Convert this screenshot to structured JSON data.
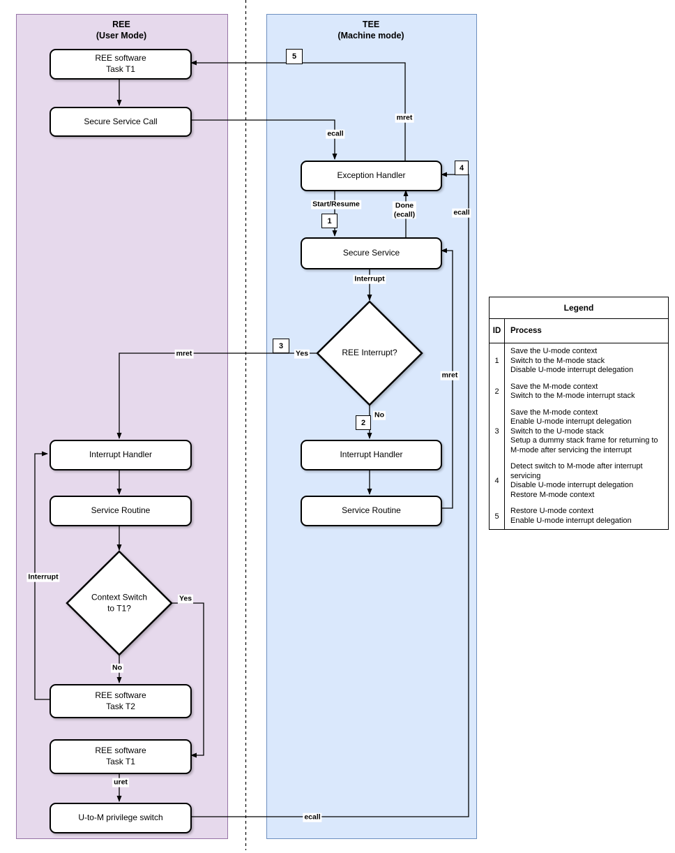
{
  "regions": {
    "ree": {
      "title": "REE\n(User Mode)"
    },
    "tee": {
      "title": "TEE\n(Machine mode)"
    }
  },
  "nodes": {
    "ree_task1_top": "REE software\nTask T1",
    "secure_service_call": "Secure Service Call",
    "ree_interrupt_handler": "Interrupt Handler",
    "ree_service_routine": "Service Routine",
    "context_switch": "Context Switch\nto T1?",
    "ree_task2": "REE software\nTask T2",
    "ree_task1_bottom": "REE software\nTask T1",
    "u_to_m": "U-to-M privilege switch",
    "exception_handler": "Exception Handler",
    "secure_service": "Secure Service",
    "ree_interrupt_q": "REE Interrupt?",
    "tee_interrupt_handler": "Interrupt Handler",
    "tee_service_routine": "Service Routine"
  },
  "edge_labels": {
    "mret_top": "mret",
    "ecall_call": "ecall",
    "start_resume": "Start/Resume",
    "done_ecall": "Done\n(ecall)",
    "ecall_right": "ecall",
    "interrupt_tee": "Interrupt",
    "yes_tee": "Yes",
    "no_tee": "No",
    "mret_left": "mret",
    "mret_return": "mret",
    "interrupt_ree": "Interrupt",
    "yes_ree": "Yes",
    "no_ree": "No",
    "uret": "uret",
    "ecall_bottom": "ecall"
  },
  "badges": {
    "n1": "1",
    "n2": "2",
    "n3": "3",
    "n4": "4",
    "n5": "5"
  },
  "legend": {
    "title": "Legend",
    "columns": {
      "id": "ID",
      "process": "Process"
    },
    "rows": [
      {
        "id": "1",
        "process": "Save the U-mode context\nSwitch to the M-mode stack\nDisable U-mode interrupt delegation"
      },
      {
        "id": "2",
        "process": "Save the M-mode context\nSwitch to the M-mode interrupt stack"
      },
      {
        "id": "3",
        "process": "Save the M-mode context\nEnable U-mode interrupt delegation\nSwitch to the U-mode stack\nSetup a dummy stack frame for returning to\nM-mode after servicing the interrupt"
      },
      {
        "id": "4",
        "process": "Detect switch to M-mode after interrupt\nservicing\nDisable U-mode interrupt delegation\nRestore M-mode context"
      },
      {
        "id": "5",
        "process": "Restore U-mode context\nEnable U-mode interrupt delegation"
      }
    ]
  },
  "colors": {
    "ree_fill": "#e6d9ec",
    "ree_stroke": "#9673a6",
    "tee_fill": "#dae8fc",
    "tee_stroke": "#6c8ebf",
    "node_fill": "#ffffff",
    "node_stroke": "#000000",
    "edge_color": "#000000"
  }
}
